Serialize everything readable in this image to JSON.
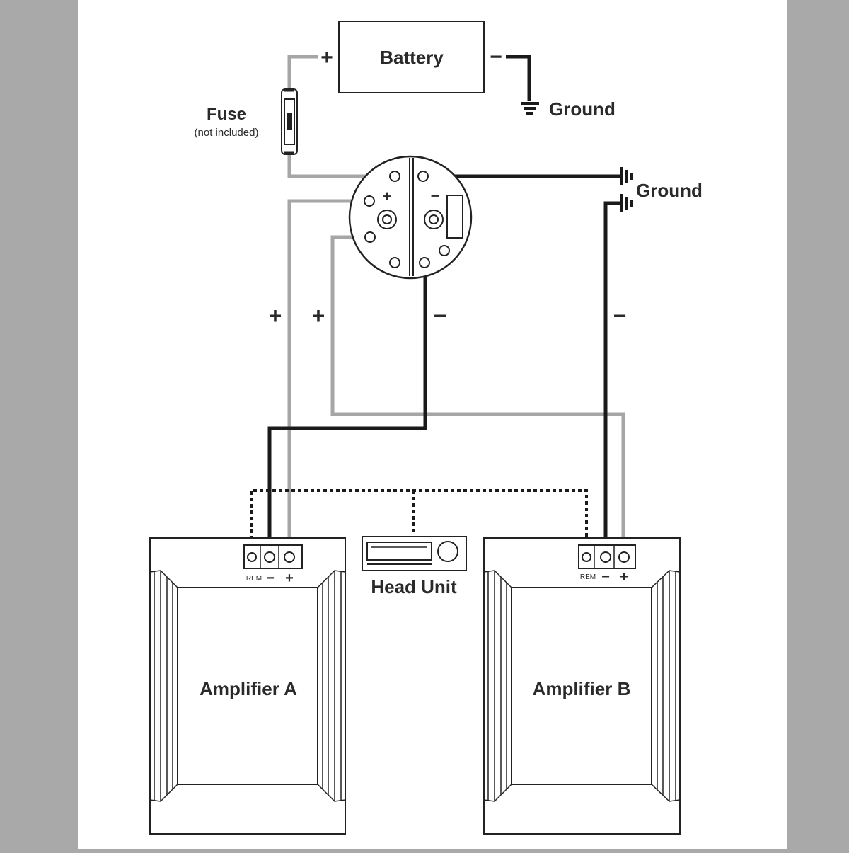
{
  "battery": {
    "label": "Battery",
    "plus": "+",
    "minus": "−"
  },
  "ground_top": {
    "label": "Ground"
  },
  "ground_right": {
    "label": "Ground"
  },
  "fuse": {
    "label": "Fuse",
    "note": "(not included)"
  },
  "distribution_block": {
    "plus": "+",
    "minus": "−"
  },
  "wire_signs": {
    "left_plus": "+",
    "mid_plus": "+",
    "mid_minus": "−",
    "right_minus": "−"
  },
  "head_unit": {
    "label": "Head Unit"
  },
  "amplifier_a": {
    "label": "Amplifier A",
    "rem": "REM",
    "minus": "−",
    "plus": "+"
  },
  "amplifier_b": {
    "label": "Amplifier B",
    "rem": "REM",
    "minus": "−",
    "plus": "+"
  },
  "colors": {
    "positive_wire": "#a6a6a6",
    "negative_wire": "#1a1a1a",
    "remote_wire": "#1a1a1a",
    "page": "#ffffff",
    "backdrop": "#a9a9a9"
  }
}
